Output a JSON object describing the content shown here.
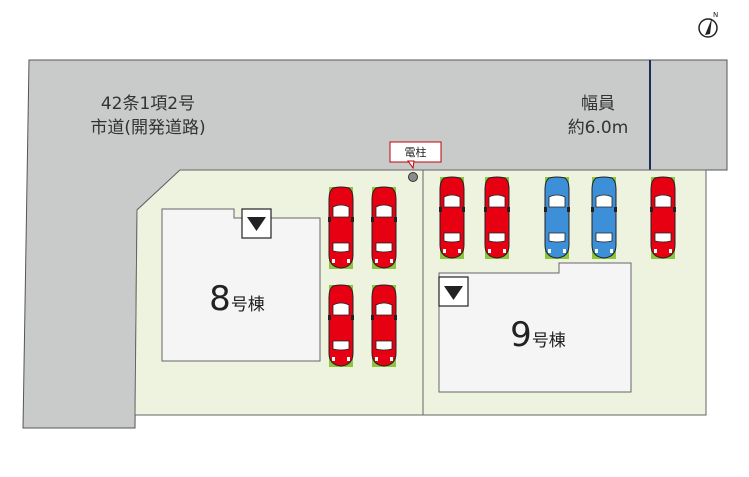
{
  "road": {
    "type_line1": "42条1項2号",
    "type_line2": "市道(開発道路)",
    "width_line1": "幅員",
    "width_line2": "約6.0m"
  },
  "utility_pole": {
    "label": "電柱"
  },
  "buildings": [
    {
      "number": "8",
      "suffix": "号棟"
    },
    {
      "number": "9",
      "suffix": "号棟"
    }
  ],
  "parking": {
    "car_colors": [
      "red",
      "red",
      "red",
      "red",
      "red",
      "red",
      "blue",
      "blue",
      "red"
    ],
    "colors": {
      "red": "#e60012",
      "blue": "#3d8fd8",
      "pad": "#8cc63f"
    }
  },
  "colors": {
    "road": "#c9caca",
    "lot": "#eef3e0",
    "building": "#f5f5f5",
    "outline": "#555555"
  }
}
